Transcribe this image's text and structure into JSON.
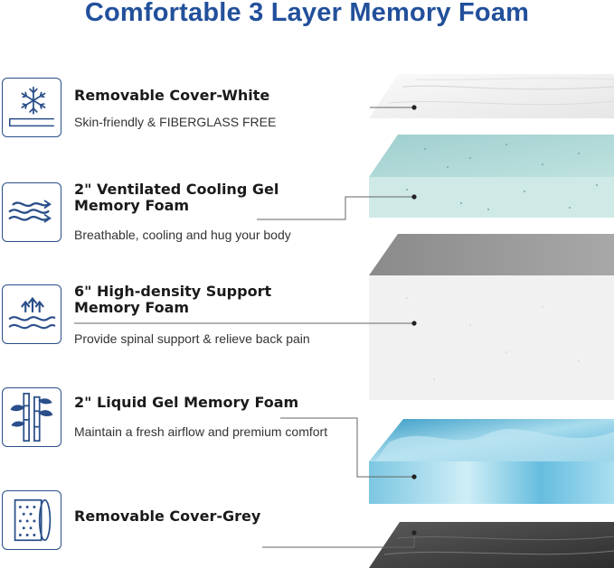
{
  "title": "Comfortable 3 Layer Memory Foam",
  "layers": [
    {
      "icon": "snowflake-icon",
      "heading": "Removable Cover-White",
      "description": "Skin-friendly & FIBERGLASS FREE"
    },
    {
      "icon": "airflow-waves-icon",
      "heading_line1": "2\" Ventilated Cooling Gel",
      "heading_line2": "Memory Foam",
      "description": "Breathable, cooling and hug your body"
    },
    {
      "icon": "support-waves-icon",
      "heading_line1": "6\" High-density Support",
      "heading_line2": "Memory Foam",
      "description": "Provide spinal support & relieve back pain"
    },
    {
      "icon": "bamboo-icon",
      "heading": "2\" Liquid Gel Memory Foam",
      "description": "Maintain a fresh airflow and premium comfort"
    },
    {
      "icon": "fabric-roll-icon",
      "heading": "Removable Cover-Grey"
    }
  ],
  "colors": {
    "title": "#22509b",
    "icon_stroke": "#2a4f8a",
    "cooling_foam": "#cfe9e6",
    "support_foam": "#f1f1f1",
    "liquid_gel": "#5fb8dc",
    "grey_cover": "#3a3a3a"
  }
}
